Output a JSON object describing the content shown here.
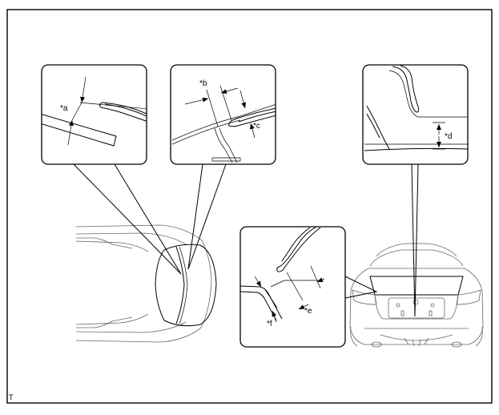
{
  "diagram": {
    "callouts": {
      "a": "*a",
      "b": "*b",
      "c": "*c",
      "d": "*d",
      "e": "*e",
      "f": "*f"
    },
    "corner_mark": "T"
  }
}
